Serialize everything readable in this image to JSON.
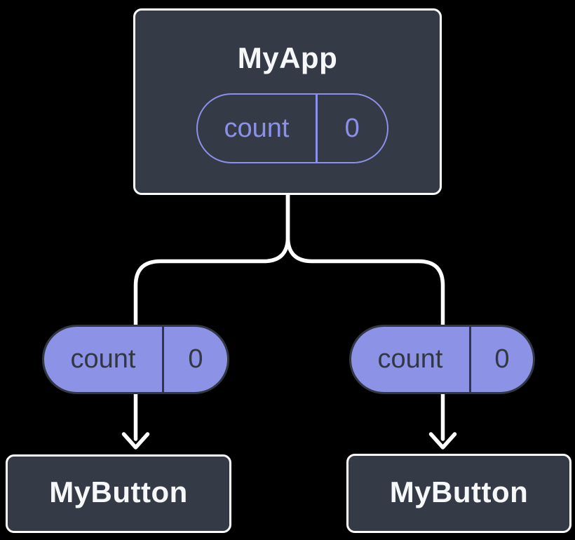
{
  "colors": {
    "bg": "#000000",
    "card": "#343A46",
    "card_border": "#FFFFFF",
    "text": "#F6F7F9",
    "pill_fill": "#8C92E6",
    "pill_outline": "#8B91E9",
    "pill_text_dark": "#323842",
    "connector": "#FFFFFF"
  },
  "tree": {
    "root": {
      "name": "MyApp",
      "state": {
        "label": "count",
        "value": "0"
      }
    },
    "children": [
      {
        "name": "MyButton",
        "state": {
          "label": "count",
          "value": "0"
        }
      },
      {
        "name": "MyButton",
        "state": {
          "label": "count",
          "value": "0"
        }
      }
    ]
  }
}
